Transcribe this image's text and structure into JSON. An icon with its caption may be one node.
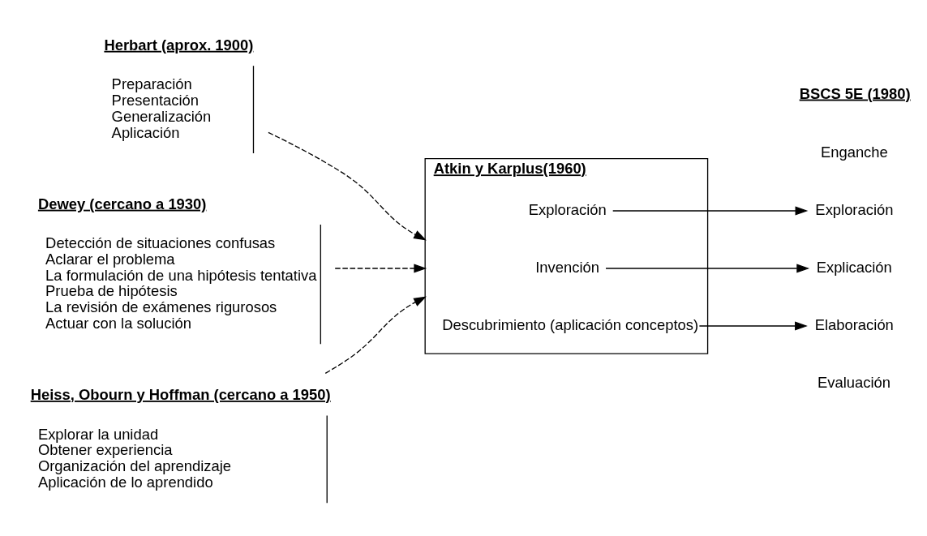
{
  "diagram": {
    "nodes": [
      {
        "text": [
          "Herbart (aprox. 1900)",
          "Preparación",
          "Presentación",
          "Generalización",
          "Aplicación"
        ]
      },
      {
        "text": [
          "Dewey (cercano a 1930)",
          "Detección de situaciones confusas",
          "Aclarar el problema",
          "La formulación de una hipótesis tentativa",
          "Prueba de hipótesis",
          "La revisión de exámenes rigurosos",
          "Actuar con la solución"
        ]
      },
      {
        "text": [
          "Heiss, Obourn y Hoffman (cercano a 1950)",
          "Explorar la unidad",
          "Obtener experiencia",
          "Organización del aprendizaje",
          "Aplicación de lo aprendido"
        ]
      },
      {
        "text": [
          "Atkin y Karplus(1960)"
        ]
      },
      {
        "text": [
          "Exploración"
        ],
        "in": 3
      },
      {
        "text": [
          "Invención"
        ],
        "in": 3
      },
      {
        "text": [
          "Descubrimiento (aplicación conceptos)"
        ],
        "in": 3
      },
      {
        "text": [
          "Enganche"
        ]
      },
      {
        "text": [
          "Exploración"
        ]
      },
      {
        "text": [
          "Explicación"
        ]
      },
      {
        "text": [
          "Elaboración"
        ]
      },
      {
        "text": [
          "Evaluación"
        ]
      }
    ],
    "labels": [
      "BSCS 5E (1980)"
    ],
    "edges": [
      {
        "from": 0,
        "to": 3,
        "arrow": "to",
        "style": "dashed"
      },
      {
        "from": 1,
        "to": 3,
        "arrow": "to",
        "style": "dashed"
      },
      {
        "from": 2,
        "to": 3,
        "arrow": "to",
        "style": "dashed"
      },
      {
        "from": 4,
        "to": 8,
        "arrow": "to"
      },
      {
        "from": 5,
        "to": 9,
        "arrow": "to"
      },
      {
        "from": 6,
        "to": 10,
        "arrow": "to"
      }
    ]
  }
}
